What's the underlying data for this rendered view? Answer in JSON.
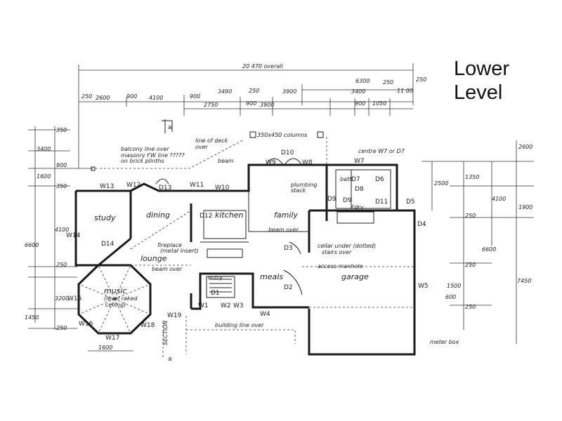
{
  "title": {
    "line1": "Lower",
    "line2": "Level"
  },
  "rooms": {
    "study": "study",
    "dining": "dining",
    "kitchen": "kitchen",
    "family": "family",
    "lounge": "lounge",
    "music": "music",
    "music_sub": "(level raked",
    "music_sub2": "ceiling)",
    "meals": "meals",
    "entry": "entry",
    "garage": "garage",
    "ldry": "l'dry",
    "bath": "bath"
  },
  "labels": {
    "overall": "20 470 overall",
    "balcony": "balcony line over",
    "masonry": "masonry FW line ?????",
    "brick": "on brick plinths",
    "deck": "line of deck",
    "deck2": "over",
    "beam": "beam",
    "columns": "350x450 columns",
    "centre": "centre W7 or D7",
    "plumbing": "plumbing",
    "stack": "stack",
    "fireplace": "fireplace",
    "metal": "(metal insert)",
    "beam_over": "beam over",
    "beam_over2": "beam over",
    "cellar": "cellar under (dotted)",
    "stairs": "stairs over",
    "access": "access manhole",
    "building_line": "building line over",
    "meter": "meter box",
    "section": "SECTION"
  },
  "tags": [
    "W13",
    "W12",
    "D13",
    "W11",
    "W10",
    "D12",
    "W14",
    "D14",
    "W15",
    "W16",
    "W17",
    "W18",
    "W19",
    "W1",
    "W2",
    "W3",
    "W4",
    "D1",
    "D2",
    "D3",
    "D10",
    "W9",
    "W8",
    "D9",
    "D8",
    "W7",
    "W5",
    "D5",
    "D4",
    "D7",
    "D6",
    "D11",
    "D9"
  ],
  "dims": {
    "top1": [
      "250",
      "2600",
      "900",
      "4100",
      "900",
      "3490",
      "250",
      "3900",
      "3400",
      "250",
      "11 00",
      "6300",
      "250"
    ],
    "top2": [
      "2750",
      "900",
      "3900",
      "900",
      "1050"
    ],
    "left": [
      "350",
      "900",
      "1600",
      "3400",
      "6600",
      "4100",
      "350",
      "250",
      "3200",
      "1450",
      "250"
    ],
    "right": [
      "2600",
      "2500",
      "1350",
      "4100",
      "250",
      "1900",
      "6600",
      "7450",
      "1500",
      "250",
      "600",
      "250"
    ],
    "bottom": "1600"
  }
}
